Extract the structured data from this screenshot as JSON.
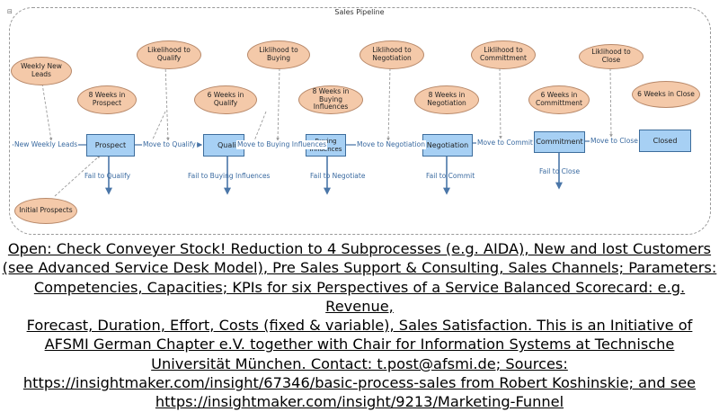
{
  "frame": {
    "title": "Sales Pipeline",
    "collapse_glyph": "⊟"
  },
  "stocks": [
    {
      "label": "Prospect"
    },
    {
      "label": "Qualify"
    },
    {
      "label": "Buying Influences"
    },
    {
      "label": "Negotiation"
    },
    {
      "label": "Commitment"
    },
    {
      "label": "Closed"
    }
  ],
  "variables": [
    {
      "label": "Weekly New Leads"
    },
    {
      "label": "Initial Prospects"
    },
    {
      "label": "8 Weeks in Prospect"
    },
    {
      "label": "Likelihood to Qualify"
    },
    {
      "label": "6 Weeks in Qualify"
    },
    {
      "label": "Liklihood to Buying"
    },
    {
      "label": "8 Weeks in Buying Influences"
    },
    {
      "label": "Liklihood to Negotiation"
    },
    {
      "label": "8 Weeks in Negotiation"
    },
    {
      "label": "Liklihood to Committment"
    },
    {
      "label": "6 Weeks in Committment"
    },
    {
      "label": "Liklihood to Close"
    },
    {
      "label": "6 Weeks in Close"
    }
  ],
  "flows": [
    {
      "label": "New Weekly Leads"
    },
    {
      "label": "Move to Qualify"
    },
    {
      "label": "Move to Buying Influences"
    },
    {
      "label": "Move to Negotiation"
    },
    {
      "label": "Move to Commit"
    },
    {
      "label": "Move to Close"
    }
  ],
  "fail_flows": [
    {
      "label": "Fail to Qualify"
    },
    {
      "label": "Fail to Buying Influences"
    },
    {
      "label": "Fail to Negotiate"
    },
    {
      "label": "Fail to Commit"
    },
    {
      "label": "Fail to Close"
    }
  ],
  "caption_lines": [
    "Open: Check Conveyer Stock! Reduction to 4 Subprocesses (e.g. AIDA), New and lost Customers",
    "(see Advanced Service Desk Model), Pre Sales Support & Consulting, Sales Channels; Parameters:",
    "Competencies, Capacities; KPIs for six Perspectives of a Service Balanced Scorecard: e.g. Revenue,",
    "Forecast, Duration, Effort, Costs (fixed & variable), Sales Satisfaction. This is an Initiative of",
    "AFSMI German Chapter e.V. together with Chair for Information Systems at Technische",
    "Universität München. Contact: t.post@afsmi.de; Sources:",
    "https://insightmaker.com/insight/67346/basic-process-sales from Robert Koshinskie; and see",
    "https://insightmaker.com/insight/9213/Marketing-Funnel"
  ],
  "colors": {
    "stock_fill": "#a7d0f4",
    "variable_fill": "#f4c9a9",
    "flow": "#4a76a8",
    "link": "#9a9a9a"
  }
}
